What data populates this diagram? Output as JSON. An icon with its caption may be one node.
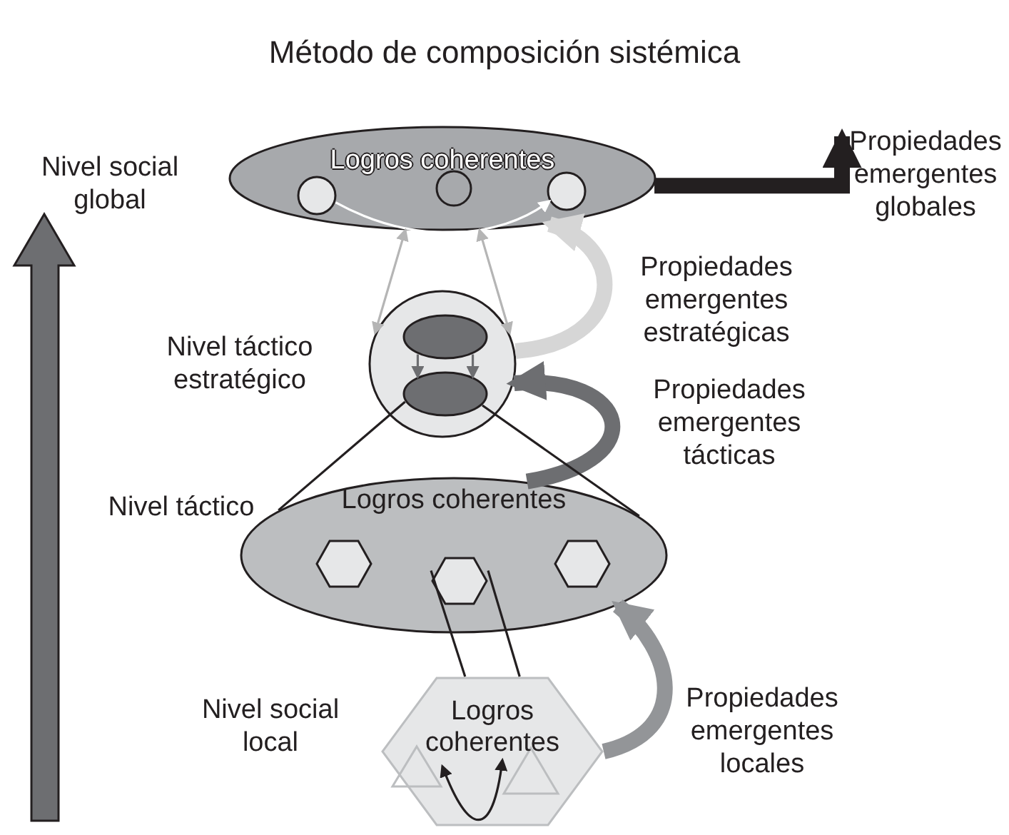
{
  "diagram": {
    "title": "Método de composición sistémica",
    "nodes": [
      {
        "text": [
          "Logros coherentes"
        ],
        "beside": [
          "Nivel social global"
        ]
      },
      {
        "text": [],
        "shape": "circle",
        "in": 0
      },
      {
        "text": [],
        "shape": "circle",
        "in": 0
      },
      {
        "text": [],
        "shape": "circle",
        "in": 0
      },
      {
        "text": [
          "Propiedades emergentes globales"
        ]
      },
      {
        "text": [],
        "shape": "circle",
        "beside": [
          "Nivel táctico estratégico"
        ]
      },
      {
        "text": [],
        "shape": "ellipse",
        "in": 5
      },
      {
        "text": [],
        "shape": "ellipse",
        "in": 5
      },
      {
        "text": [
          "Logros coherentes"
        ],
        "beside": [
          "Nivel táctico"
        ]
      },
      {
        "text": [],
        "shape": "hexagon",
        "in": 8
      },
      {
        "text": [],
        "shape": "hexagon",
        "in": 8
      },
      {
        "text": [],
        "shape": "hexagon",
        "in": 8
      },
      {
        "text": [
          "Logros coherentes"
        ],
        "beside": [
          "Nivel social local"
        ]
      },
      {
        "text": [],
        "shape": "triangle",
        "in": 12
      },
      {
        "text": [],
        "shape": "triangle",
        "in": 12
      }
    ],
    "edges": [
      {
        "from": 1,
        "to": 3,
        "arrow": "to",
        "color": "#ffffff"
      },
      {
        "from": 0,
        "to": 4,
        "arrow": "to",
        "style": "thick",
        "color": "#231f20"
      },
      {
        "from": 0,
        "to": 5,
        "arrow": "both",
        "color": "#b5b5b5"
      },
      {
        "from": 0,
        "to": 5,
        "arrow": "both",
        "color": "#b5b5b5"
      },
      {
        "from": 5,
        "to": 0,
        "arrow": "to",
        "style": "thick",
        "color": "#d6d6d6",
        "label": "Propiedades emergentes estratégicas"
      },
      {
        "from": 6,
        "to": 7,
        "arrow": "to",
        "color": "#6d6e71"
      },
      {
        "from": 6,
        "to": 7,
        "arrow": "to",
        "color": "#6d6e71"
      },
      {
        "from": 8,
        "to": 5,
        "arrow": "to",
        "style": "thick",
        "color": "#6d6e71",
        "label": "Propiedades emergentes tácticas"
      },
      {
        "from": 7,
        "to": 8,
        "arrow": "none"
      },
      {
        "from": 7,
        "to": 8,
        "arrow": "none"
      },
      {
        "from": 10,
        "to": 12,
        "arrow": "none"
      },
      {
        "from": 10,
        "to": 12,
        "arrow": "none"
      },
      {
        "from": 12,
        "to": 8,
        "arrow": "to",
        "style": "thick",
        "color": "#939598",
        "label": "Propiedades emergentes locales"
      },
      {
        "from": 13,
        "to": 14,
        "arrow": "both"
      }
    ]
  }
}
